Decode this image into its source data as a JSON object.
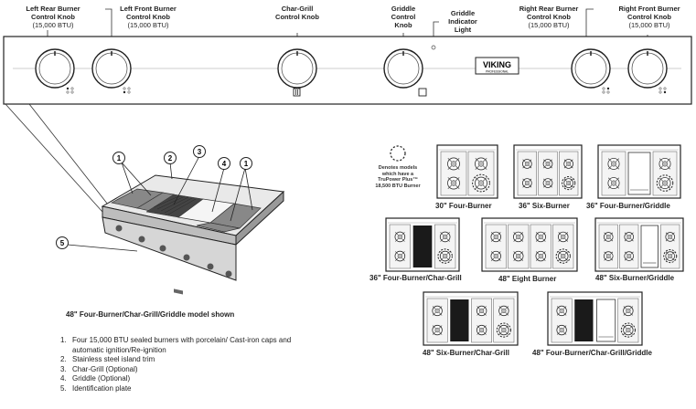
{
  "callouts": {
    "left_rear": {
      "title": "Left Rear Burner Control Knob",
      "btu": "(15,000 BTU)"
    },
    "left_front": {
      "title": "Left Front Burner Control Knob",
      "btu": "(15,000 BTU)"
    },
    "char_grill": {
      "title": "Char-Grill Control Knob"
    },
    "griddle": {
      "title": "Griddle Control Knob"
    },
    "griddle_light": {
      "title": "Griddle Indicator Light"
    },
    "right_rear": {
      "title": "Right Rear Burner Control Knob",
      "btu": "(15,000 BTU)"
    },
    "right_front": {
      "title": "Right Front Burner Control Knob",
      "btu": "(15,000 BTU)"
    }
  },
  "brand_plate": {
    "text": "VIKING",
    "sub": "PROFESSIONAL"
  },
  "callout_numbers": [
    "1",
    "2",
    "3",
    "4",
    "1",
    "5"
  ],
  "model_caption": "48\" Four-Burner/Char-Grill/Griddle model shown",
  "legend": [
    {
      "num": "1.",
      "text": "Four 15,000 BTU sealed burners with porcelain/ Cast-iron caps and automatic ignition/Re-ignition"
    },
    {
      "num": "2.",
      "text": "Stainless steel island trim"
    },
    {
      "num": "3.",
      "text": "Char-Grill (Optional)"
    },
    {
      "num": "4.",
      "text": "Griddle (Optional)"
    },
    {
      "num": "5.",
      "text": "Identification plate"
    }
  ],
  "trupower_note": "Denotes models which have a TruPower Plus™ 18,500 BTU Burner",
  "models": [
    {
      "name": "30\" Four-Burner",
      "layout": [
        "B",
        "B"
      ]
    },
    {
      "name": "36\" Six-Burner",
      "layout": [
        "B",
        "B",
        "B"
      ]
    },
    {
      "name": "36\" Four-Burner/Griddle",
      "layout": [
        "B",
        "G",
        "B"
      ]
    },
    {
      "name": "36\" Four-Burner/Char-Grill",
      "layout": [
        "B",
        "C",
        "B"
      ]
    },
    {
      "name": "48\" Eight Burner",
      "layout": [
        "B",
        "B",
        "B",
        "B"
      ]
    },
    {
      "name": "48\" Six-Burner/Griddle",
      "layout": [
        "B",
        "B",
        "G",
        "B"
      ]
    },
    {
      "name": "48\" Six-Burner/Char-Grill",
      "layout": [
        "B",
        "C",
        "B",
        "B"
      ]
    },
    {
      "name": "48\" Four-Burner/Char-Grill/Griddle",
      "layout": [
        "B",
        "C",
        "G",
        "B"
      ]
    }
  ]
}
